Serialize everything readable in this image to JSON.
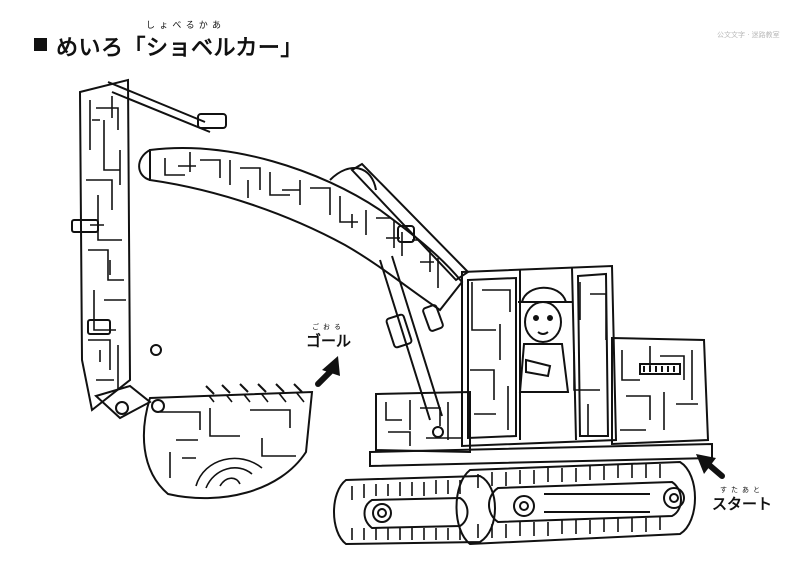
{
  "header": {
    "title": "めいろ「ショベルカー」",
    "title_ruby": "しょべるかあ",
    "publisher": "公文⽂字 · 迷路教室"
  },
  "maze": {
    "subject": "excavator",
    "goal": {
      "ruby": "ごおる",
      "label": "ゴール"
    },
    "start": {
      "ruby": "すたあと",
      "label": "スタート"
    }
  },
  "colors": {
    "ink": "#111111",
    "paper": "#ffffff",
    "faint": "#b9b9b9"
  }
}
